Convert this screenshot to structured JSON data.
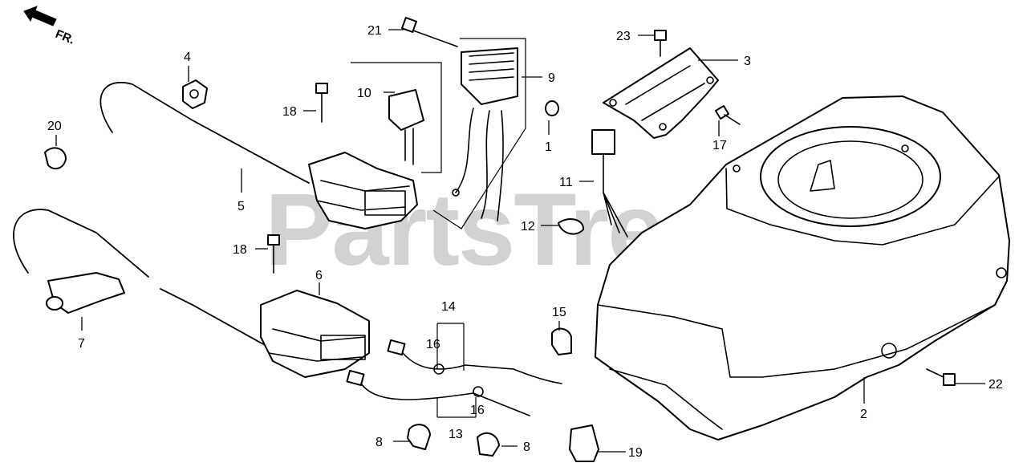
{
  "diagram": {
    "orientation_marker": "FR.",
    "watermark": "PartsTree",
    "callouts": [
      {
        "id": "c1",
        "text": "1"
      },
      {
        "id": "c2",
        "text": "2"
      },
      {
        "id": "c3",
        "text": "3"
      },
      {
        "id": "c4",
        "text": "4"
      },
      {
        "id": "c5",
        "text": "5"
      },
      {
        "id": "c6",
        "text": "6"
      },
      {
        "id": "c7",
        "text": "7"
      },
      {
        "id": "c8a",
        "text": "8"
      },
      {
        "id": "c8b",
        "text": "8"
      },
      {
        "id": "c9",
        "text": "9"
      },
      {
        "id": "c10",
        "text": "10"
      },
      {
        "id": "c11",
        "text": "11"
      },
      {
        "id": "c12",
        "text": "12"
      },
      {
        "id": "c13",
        "text": "13"
      },
      {
        "id": "c14",
        "text": "14"
      },
      {
        "id": "c15",
        "text": "15"
      },
      {
        "id": "c16a",
        "text": "16"
      },
      {
        "id": "c16b",
        "text": "16"
      },
      {
        "id": "c17",
        "text": "17"
      },
      {
        "id": "c18a",
        "text": "18"
      },
      {
        "id": "c18b",
        "text": "18"
      },
      {
        "id": "c19",
        "text": "19"
      },
      {
        "id": "c20",
        "text": "20"
      },
      {
        "id": "c21",
        "text": "21"
      },
      {
        "id": "c22",
        "text": "22"
      },
      {
        "id": "c23",
        "text": "23"
      }
    ]
  }
}
